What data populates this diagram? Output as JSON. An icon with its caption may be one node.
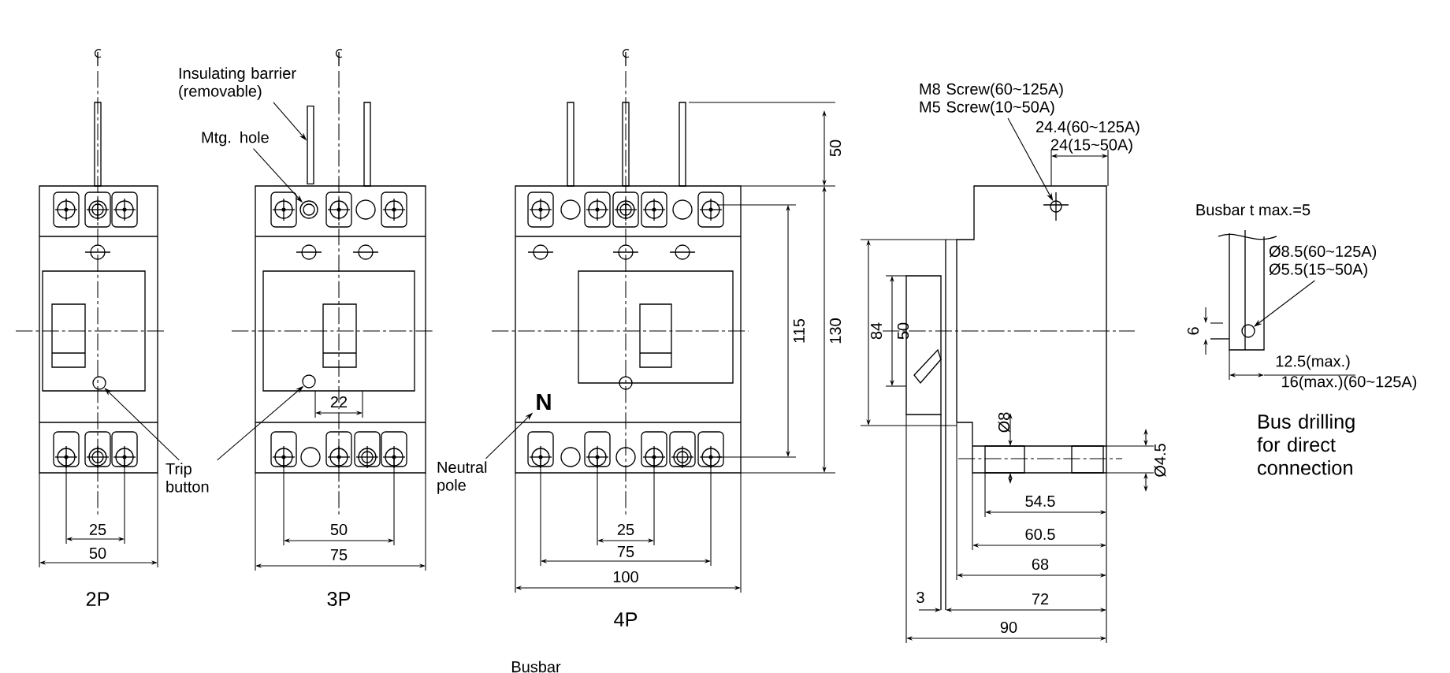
{
  "diagram": {
    "nodes": [
      {
        "text": [
          "Insulating barrier (removable)"
        ]
      },
      {
        "text": [],
        "shape": "bar"
      },
      {
        "text": [
          "Mtg. hole"
        ]
      },
      {
        "text": [],
        "shape": "circle"
      },
      {
        "text": [
          "Trip button"
        ]
      },
      {
        "text": [],
        "shape": "circle"
      },
      {
        "text": [],
        "shape": "circle"
      },
      {
        "text": [
          "Neutral pole"
        ]
      },
      {
        "text": [
          "N"
        ]
      },
      {
        "text": [
          "M8 Screw(60~125A) M5 Screw(10~50A)"
        ]
      },
      {
        "text": [],
        "shape": "circle"
      },
      {
        "text": [
          "Ø8.5(60~125A) Ø5.5(15~50A)"
        ]
      },
      {
        "text": [],
        "shape": "circle"
      }
    ],
    "edges": [
      {
        "from": 0,
        "to": 1,
        "arrow": "to"
      },
      {
        "from": 2,
        "to": 3,
        "arrow": "to"
      },
      {
        "from": 4,
        "to": 5,
        "arrow": "to"
      },
      {
        "from": 4,
        "to": 6,
        "arrow": "to"
      },
      {
        "from": 7,
        "to": 8,
        "arrow": "to"
      },
      {
        "from": 9,
        "to": 10,
        "arrow": "to"
      },
      {
        "from": 11,
        "to": 12,
        "arrow": "to"
      }
    ],
    "labels": [
      "24.4(60~125A) 24(15~50A)",
      "50",
      "Busbar t max.=5",
      "115",
      "130",
      "84",
      "50",
      "6",
      "12.5(max.)",
      "16(max.)(60~125A)",
      "22",
      "Ø8",
      "Bus drilling for direct connection",
      "Ø4.5",
      "54.5",
      "25",
      "50",
      "25",
      "60.5",
      "50",
      "75",
      "75",
      "68",
      "100",
      "2P",
      "3P",
      "3",
      "72",
      "4P",
      "90",
      "Busbar"
    ]
  }
}
